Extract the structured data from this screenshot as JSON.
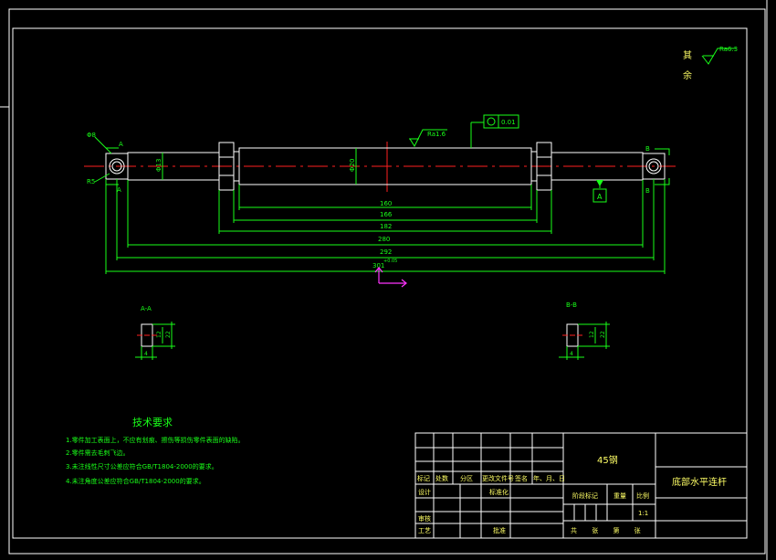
{
  "roughness": {
    "rest_label_1": "其",
    "rest_label_2": "余",
    "rest_value": "Ra6.3",
    "surface_value": "Ra1.6"
  },
  "tolerance_frame": {
    "value": "0.01"
  },
  "section_marks": {
    "left_top": "A",
    "left_bottom": "A",
    "right_top": "B",
    "right_bottom": "B",
    "left_dia": "Φ8",
    "left_r": "R5"
  },
  "datum": {
    "label": "A"
  },
  "diameters": {
    "d_end": "Φ13",
    "d_mid": "Φ20"
  },
  "dims": {
    "d160": "160",
    "d166": "166",
    "d182": "182",
    "d280": "280",
    "d292": "292",
    "d301": "301",
    "d301_tol": "+0.05"
  },
  "sections": {
    "aa_title": "A-A",
    "bb_title": "B-B",
    "aa_dim1": "12",
    "aa_dim2": "22",
    "aa_dim3": "4",
    "bb_dim1": "12",
    "bb_dim2": "22",
    "bb_dim3": "4"
  },
  "tech": {
    "title": "技术要求",
    "items": [
      "1.零件加工表面上，不应有划痕、擦伤等损伤零件表面的缺陷。",
      "2.零件需去毛刺飞边。",
      "3.未注线性尺寸公差应符合GB/T1804-2000的要求。",
      "4.未注角度公差应符合GB/T1804-2000的要求。"
    ]
  },
  "title_block": {
    "material": "45钢",
    "part_name": "底部水平连杆",
    "h_mark": "标记",
    "h_count": "处数",
    "h_zone": "分区",
    "h_doc": "更改文件号",
    "h_sign": "签名",
    "h_date": "年、月、日",
    "design": "设计",
    "standard": "标准化",
    "stage": "阶段标记",
    "weight": "重量",
    "scale": "比例",
    "scale_value": "1:1",
    "check": "审核",
    "process": "工艺",
    "approve": "批准",
    "sheets": "共 张 第 张"
  }
}
